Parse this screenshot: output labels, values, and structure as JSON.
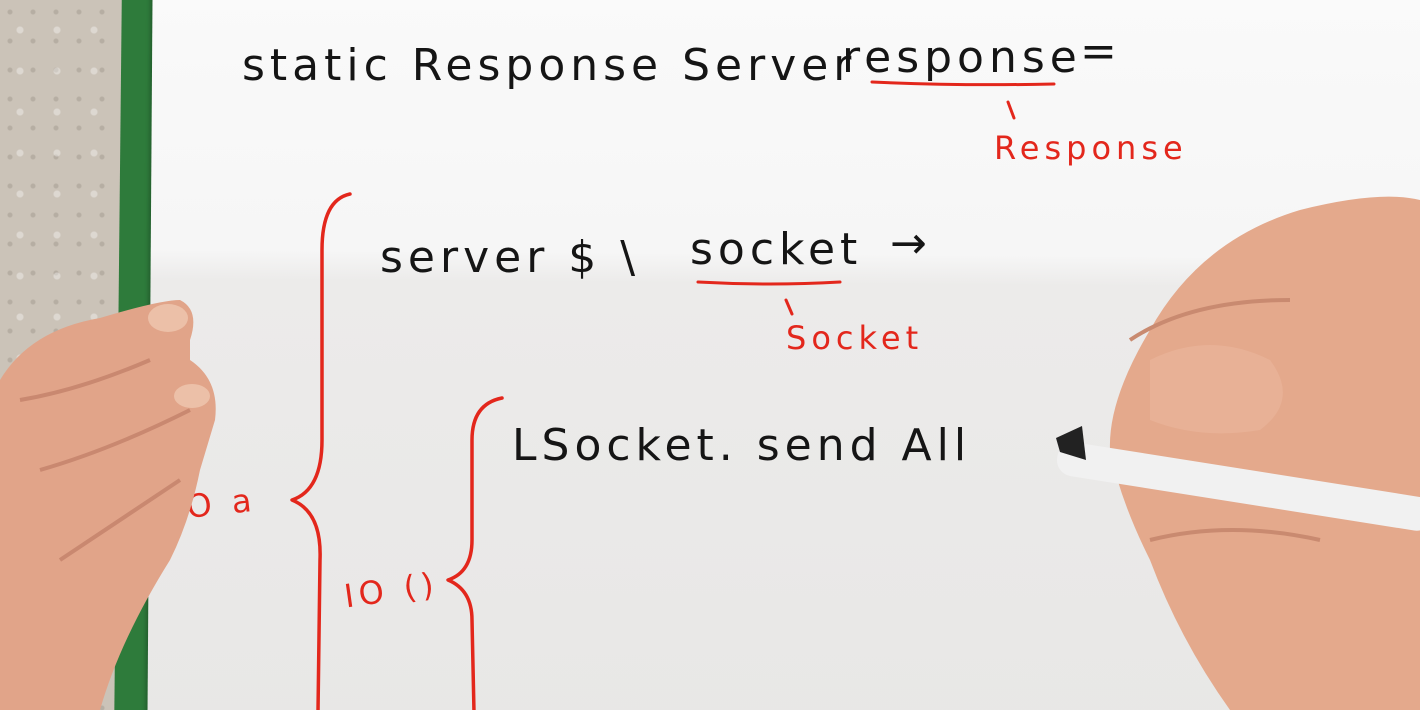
{
  "whiteboard": {
    "line1_sig": "static Response Server",
    "line1_var": "response",
    "line1_eq": "=",
    "type_response": "Response",
    "line2_lambda": "server $ \\",
    "line2_var": "socket",
    "line2_arrow": "→",
    "type_socket": "Socket",
    "line3_code": "LSocket. send All",
    "type_io_a": "IO a",
    "type_io_unit": "IO ()"
  },
  "colors": {
    "ink_black": "#151515",
    "ink_red": "#e3271c",
    "paper": "#f6f6f6",
    "folder_green": "#2e7b3b",
    "skin": "#e4a98c"
  }
}
